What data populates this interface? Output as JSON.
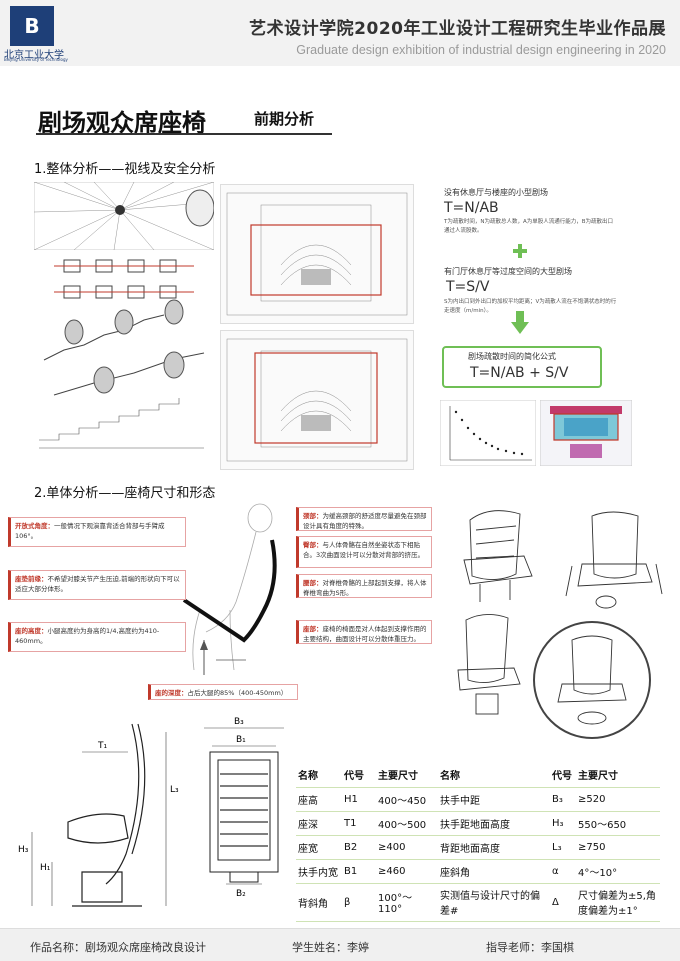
{
  "header": {
    "logo_text": "B",
    "university_cn": "北京工业大学",
    "university_en": "Beijing University of Technology",
    "exhibition_cn": "艺术设计学院2020年工业设计工程研究生毕业作品展",
    "exhibition_en": "Graduate design exhibition of industrial design engineering in 2020"
  },
  "page": {
    "title": "剧场观众席座椅",
    "subtitle": "前期分析"
  },
  "section1": {
    "heading": "1.整体分析——视线及安全分析",
    "small_theater_label": "没有休息厅与楼座的小型剧场",
    "formula1": "T=N/AB",
    "formula1_desc": "T为疏散时间，N为疏散总人数，A为单股人流通行能力，B为疏散出口通过人流股数。",
    "large_theater_label": "有门厅休息厅等过度空间的大型剧场",
    "formula2": "T=S/V",
    "formula2_desc": "S为内出口到外出口的加权平均距离；V为疏散人流在不饱满状态时的行走速度（m/min）。",
    "simplified_label": "剧场疏散时间的简化公式",
    "formula3": "T=N/AB + S/V"
  },
  "section2": {
    "heading": "2.单体分析——座椅尺寸和形态",
    "notes_left": [
      {
        "title": "开放式角度：",
        "text": "一般情况下观演靠背适合背部与手臂成106°。"
      },
      {
        "title": "座垫前缘：",
        "text": "不希望对膝关节产生压迫,前端的形状向下可以适应大部分体形。"
      },
      {
        "title": "座的高度：",
        "text": "小腿高度约为身高的1/4,高度约为410-460mm。"
      }
    ],
    "notes_right": [
      {
        "title": "颈部：",
        "text": "为缓高颈部的舒适度尽量避免在颈部设计具有角度的特殊。"
      },
      {
        "title": "臀部：",
        "text": "与人体骨骼在自然坐姿状态下相贴合。3次曲面设计可以分散对背部的挤压。"
      },
      {
        "title": "腰部：",
        "text": "对脊椎骨骼的上部起到支撑，将人体脊椎弯曲为S形。"
      },
      {
        "title": "座部：",
        "text": "座椅的椅面是对人体起到支撑作用的主要结构，曲面设计可以分散体重压力。"
      }
    ],
    "note_bottom": {
      "title": "座的深度：",
      "text": "占后大腿的85%（400-450mm）"
    }
  },
  "diagram_labels": {
    "t1": "T₁",
    "b3": "B₃",
    "b1": "B₁",
    "b2": "B₂",
    "h1": "H₁",
    "h3": "H₃",
    "l3": "L₃"
  },
  "spec_table": {
    "header": [
      "名称",
      "代号",
      "主要尺寸",
      "名称",
      "代号",
      "主要尺寸"
    ],
    "rows": [
      [
        "座高",
        "H1",
        "400～450",
        "扶手中距",
        "B₃",
        "≥520"
      ],
      [
        "座深",
        "T1",
        "400～500",
        "扶手距地面高度",
        "H₃",
        "550～650"
      ],
      [
        "座宽",
        "B2",
        "≥400",
        "背距地面高度",
        "L₃",
        "≥750"
      ],
      [
        "扶手内宽",
        "B1",
        "≥460",
        "座斜角",
        "α",
        "4°～10°"
      ],
      [
        "背斜角",
        "β",
        "100°～110°",
        "实测值与设计尺寸的偏差#",
        "Δ",
        "尺寸偏差为±5,角度偏差为±1°"
      ]
    ]
  },
  "footer": {
    "work_label": "作品名称：剧场观众席座椅改良设计",
    "student_label": "学生姓名：李婷",
    "advisor_label": "指导老师：李国棋"
  }
}
